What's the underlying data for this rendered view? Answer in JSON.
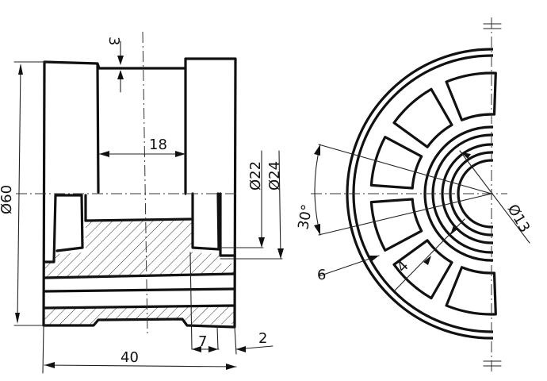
{
  "dimensions": {
    "d60": "Ø60",
    "d22": "Ø22",
    "d24": "Ø24",
    "d13": "Ø13",
    "w40": "40",
    "w18": "18",
    "w7": "7",
    "w2": "2",
    "w3": "3",
    "w6": "6",
    "w4": "4",
    "a30": "30°"
  },
  "colors": {
    "ink": "#111111",
    "paper": "#ffffff"
  }
}
